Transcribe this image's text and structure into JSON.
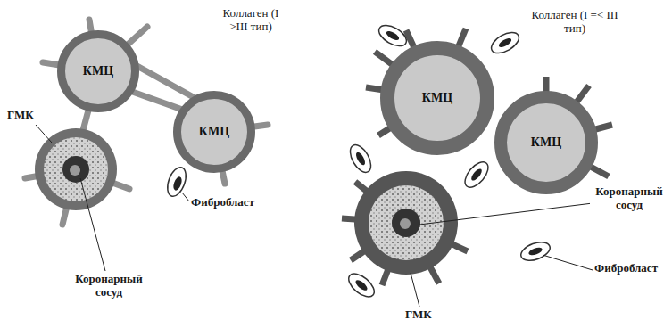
{
  "diagram": {
    "nodes": [
      {
        "text": [
          "КМЦ"
        ]
      },
      {
        "text": [
          "КМЦ"
        ]
      },
      {
        "text": [
          "КМЦ"
        ]
      },
      {
        "text": [
          "КМЦ"
        ]
      }
    ],
    "labels": [
      "Коллаген (I >III тип)",
      "ГМК",
      "Фибробласт",
      "Коронарный сосуд",
      "Коллаген (I =< III тип)",
      "Коронарный сосуд",
      "Фибробласт",
      "ГМК"
    ]
  }
}
